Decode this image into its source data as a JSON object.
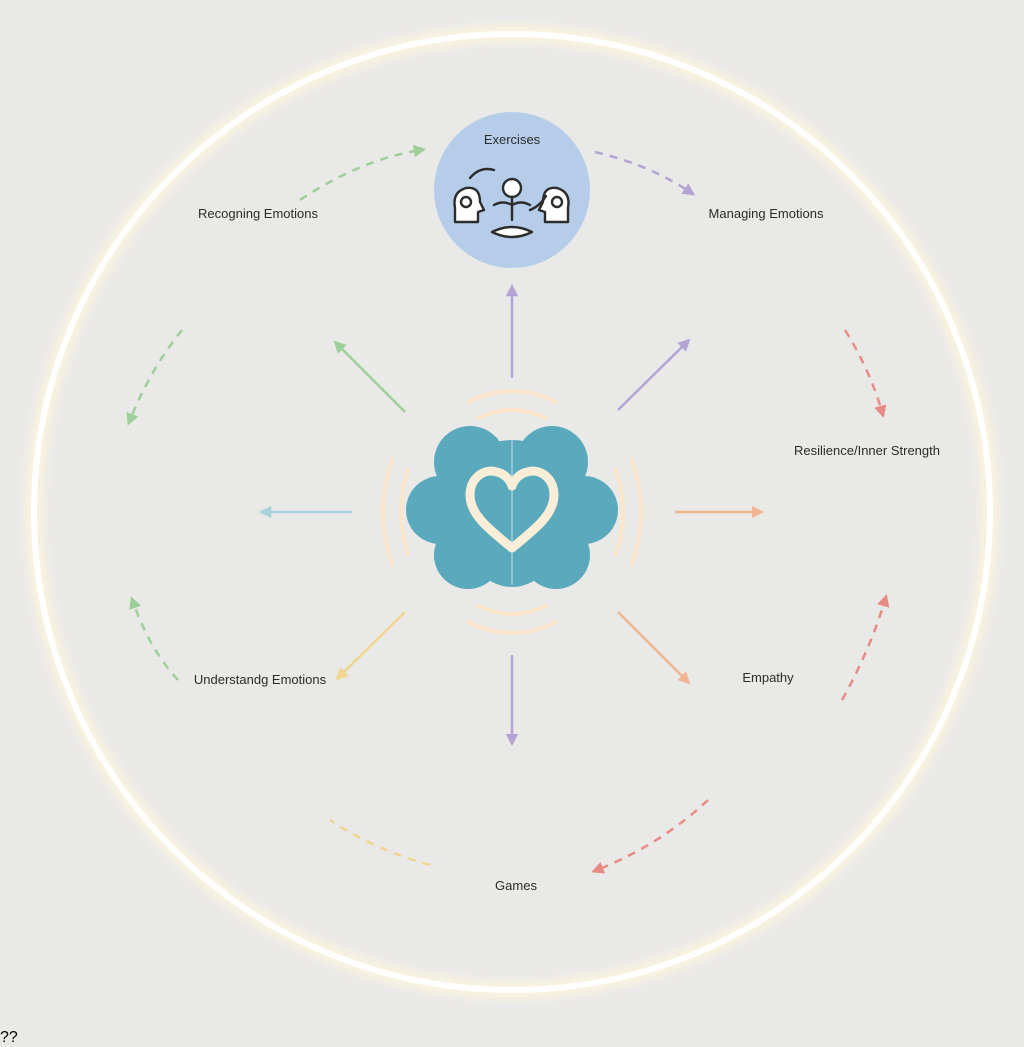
{
  "nodes": {
    "exercises": {
      "label": "Exercises",
      "color": "#b6cdea",
      "icons": [
        "meditating-person-icon",
        "rotate-arrows-icon",
        "head-silhouette-icon"
      ]
    },
    "managing": {
      "label": "Managing Emotions",
      "color": "#c0aed6",
      "icons": [
        "wave-icon",
        "tools-icon",
        "stop-sign-icon",
        "toolbox-icon"
      ]
    },
    "resilience": {
      "label": "Resilience/Inner Strength",
      "color": "#ec9186",
      "icons": [
        "tree-icon",
        "shield-icon"
      ]
    },
    "empathy": {
      "label": "Empathy",
      "color": "#f6bb8e",
      "icons": [
        "heart-icon",
        "two-people-icon"
      ]
    },
    "games": {
      "label": "Games",
      "color": "#b9a7d6",
      "icons": [
        "dice-icon",
        "puzzle-piece-icon"
      ]
    },
    "understanding": {
      "label": "Understandg Emotions",
      "color": "#f5d89a",
      "icons": [
        "thought-cloud-icon",
        "question-marks-icon",
        "person-icon"
      ]
    },
    "social": {
      "label": "",
      "color": "#a9d7dc",
      "icons": [
        "speech-bubble-icon",
        "people-icon",
        "handshake-icon"
      ]
    },
    "recognizing": {
      "label": "Recogning Emotions",
      "color": "#a9d4a1",
      "icons": [
        "mask-faces-icon",
        "person-pointing-icon"
      ]
    }
  },
  "center": {
    "icon": "brain-heart-icon",
    "color": "#5aa9bd"
  },
  "colors": {
    "background": "#e9e9e8",
    "outer_ring": "#ffffff",
    "arrow_green": "#9fcf98",
    "arrow_purple": "#b4a4d4",
    "arrow_teal": "#a6d2db",
    "arrow_orange": "#f2b594",
    "arrow_yellow": "#f2d48e",
    "arrow_red": "#e88b84"
  }
}
